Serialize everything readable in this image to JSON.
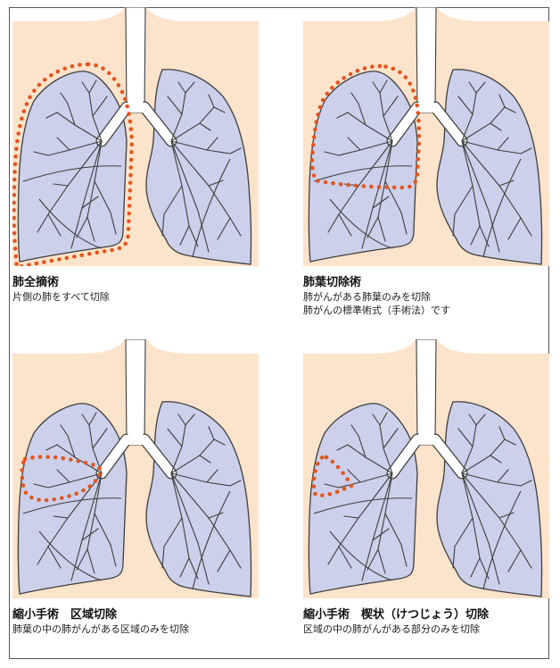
{
  "colors": {
    "body": "#fce3cb",
    "lung_fill": "#ccd0ea",
    "outline": "#3e3e3e",
    "cut": "#e2551e"
  },
  "panels": [
    {
      "title": "肺全摘術",
      "lines": [
        "片側の肺をすべて切除"
      ],
      "resection": "entire-right-lung"
    },
    {
      "title": "肺葉切除術",
      "lines": [
        "肺がんがある肺葉のみを切除",
        "肺がんの標準術式（手術法）です"
      ],
      "resection": "upper-lobe"
    },
    {
      "title": "縮小手術　区域切除",
      "lines": [
        "肺葉の中の肺がんがある区域のみを切除"
      ],
      "resection": "segment"
    },
    {
      "title": "縮小手術　楔状（けつじょう）切除",
      "lines": [
        "区域の中の肺がんがある部分のみを切除"
      ],
      "resection": "wedge"
    }
  ]
}
